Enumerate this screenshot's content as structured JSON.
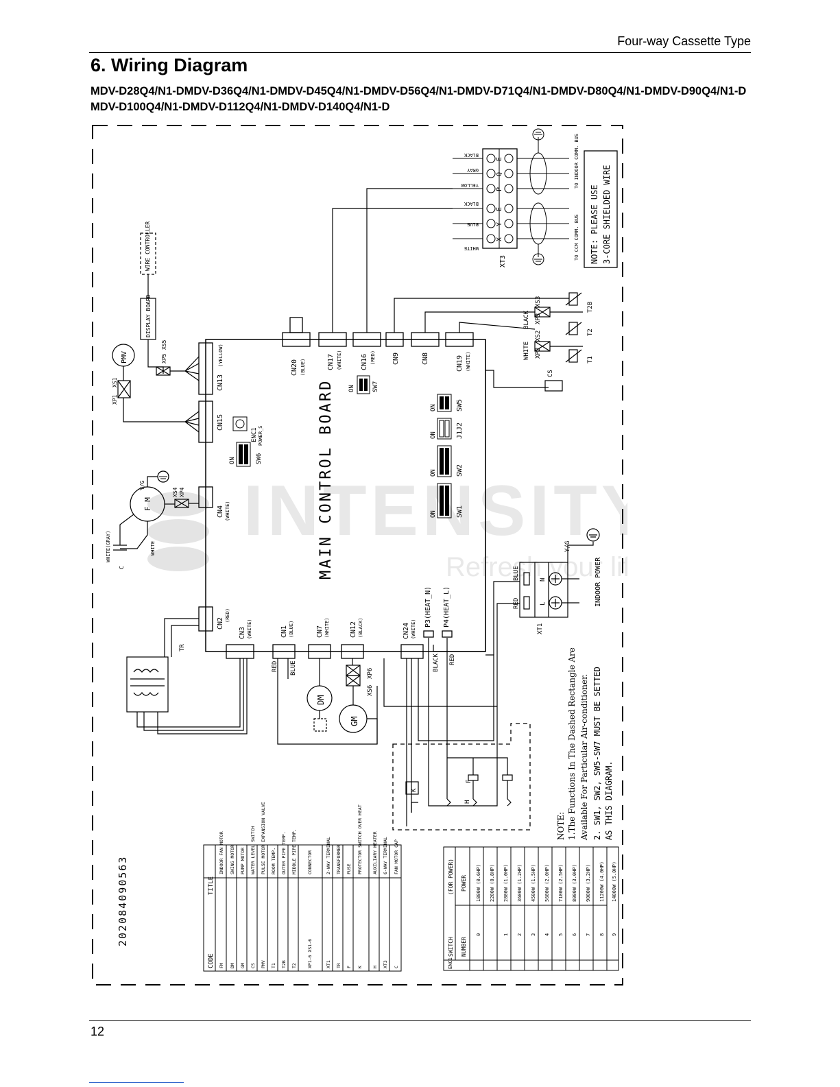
{
  "header": {
    "text": "Four-way Cassette Type"
  },
  "section": {
    "title": "6.  Wiring  Diagram"
  },
  "models": "MDV-D28Q4/N1-DMDV-D36Q4/N1-DMDV-D45Q4/N1-DMDV-D56Q4/N1-DMDV-D71Q4/N1-DMDV-D80Q4/N1-DMDV-D90Q4/N1-DMDV-D100Q4/N1-DMDV-D112Q4/N1-DMDV-D140Q4/N1-D",
  "diagram": {
    "board_label": "MAIN CONTROL BOARD",
    "doc_number": "202084090563",
    "watermark": {
      "brand": "INTENSITY",
      "reg": "®",
      "slogan": "Refresh your life"
    },
    "connectors": [
      {
        "id": "CN20",
        "note": "(BLUE)"
      },
      {
        "id": "CN17",
        "note": "(WHITE)"
      },
      {
        "id": "CN16",
        "note": "(RED)"
      },
      {
        "id": "CN9",
        "note": ""
      },
      {
        "id": "CN8",
        "note": ""
      },
      {
        "id": "CN19",
        "note": "(WHITE)"
      },
      {
        "id": "CN13",
        "note": "(YELLOW)"
      },
      {
        "id": "CN15",
        "note": ""
      },
      {
        "id": "CN4",
        "note": "(WHITE)"
      },
      {
        "id": "CN2",
        "note": "(RED)"
      },
      {
        "id": "CN3",
        "note": "(WHITE)"
      },
      {
        "id": "CN1",
        "note": "(BLUE)"
      },
      {
        "id": "CN7",
        "note": "(WHITE)"
      },
      {
        "id": "CN12",
        "note": "(BLACK)"
      },
      {
        "id": "CN24",
        "note": "(WHITE)"
      }
    ],
    "switches": [
      {
        "id": "SW7",
        "on": "ON"
      },
      {
        "id": "SW6",
        "on": "ON"
      },
      {
        "id": "SW1",
        "on": "ON"
      },
      {
        "id": "SW2",
        "on": "ON"
      },
      {
        "id": "J1J2",
        "on": "ON"
      },
      {
        "id": "SW5",
        "on": "ON"
      }
    ],
    "enc1": {
      "label": "ENC1",
      "sub": "POWER_S"
    },
    "xt3": {
      "label": "XT3",
      "terminals": [
        "X",
        "Y",
        "E",
        "P",
        "Q",
        "E"
      ],
      "wire_colors": [
        "WHITE",
        "BLUE",
        "BLACK",
        "YELLOW",
        "GRAY",
        "BLACK"
      ],
      "bus_labels": [
        "TO CCM COMM. BUS",
        "TO INDOOR COMM. BUS"
      ],
      "note_lines": [
        "NOTE:  PLEASE USE",
        "3-CORE SHIELDED WIRE"
      ]
    },
    "sensors": {
      "ports": [
        "XP3",
        "XS3",
        "XP2",
        "XS2"
      ],
      "wires": [
        "BLACK",
        "WHITE"
      ],
      "names": [
        "T2B",
        "T2",
        "T1"
      ],
      "cs": "CS"
    },
    "left_components": {
      "wire_controller": "WIRE CONTROLLER",
      "display_board": "DISPLAY BOARD",
      "pmv": "PMV",
      "xp1": "XP1",
      "xs1": "XS1",
      "xp5": "XP5",
      "xs5": "XS5",
      "xp4": "XP4",
      "xs4": "XS4",
      "fm": "F M",
      "yg": "Y/G",
      "white_gray": "WHITE(GRAY)",
      "white": "WHITE",
      "cap": "C",
      "tr": "TR"
    },
    "bottom": {
      "red": "RED",
      "blue": "BLUE",
      "dm": "DM",
      "gm": "GM",
      "xs6": "XS6",
      "xp6": "XP6",
      "p3": "P3(HEAT_N)",
      "p4": "P4(HEAT_L)",
      "black": "BLACK",
      "red2": "RED",
      "k": "K",
      "f": "F",
      "h": "H"
    },
    "power": {
      "xt1": "XT1",
      "l": "L",
      "n": "N",
      "blue": "BLUE",
      "red": "RED",
      "yg": "Y/G",
      "label": "INDOOR POWER"
    },
    "notes": [
      "NOTE:",
      "1.The Functions In The Dashed Rectangle Are",
      "Available For Particular Air-conditioner.",
      "2. SW1, SW2, SW5-SW7 MUST BE SETTED",
      "AS THIS DIAGRAM."
    ],
    "code_table": {
      "headers": [
        "CODE",
        "TITLE"
      ],
      "rows": [
        [
          "FM",
          "INDOOR FAN MOTOR"
        ],
        [
          "DM",
          "SWING MOTOR"
        ],
        [
          "GM",
          "PUMP MOTOR"
        ],
        [
          "CS",
          "WATER LEVEL SWITCH"
        ],
        [
          "PMV",
          "PULSE MOTOR EXPANSION VALVE"
        ],
        [
          "T1",
          "ROOM TEMP."
        ],
        [
          "T2B",
          "OUTER PIPE TEMP."
        ],
        [
          "T2",
          "MIDDLE PIPE TEMP."
        ],
        [
          "XP1-6 XS1-6",
          "CONNECTOR"
        ],
        [
          "XT1",
          "2-WAY TERMINAL"
        ],
        [
          "TR",
          "TRANSFORMER"
        ],
        [
          "F",
          "FUSE"
        ],
        [
          "K",
          "PROTECTOR SWITCH OVER HEAT"
        ],
        [
          "H",
          "AUXILIARY HEATER"
        ],
        [
          "XT3",
          "6-WAY TERMINAL"
        ],
        [
          "C",
          "FAN MOTOR CAP"
        ]
      ]
    },
    "power_table": {
      "enc": "ENC1",
      "header1": [
        "SWITCH",
        "(FOR POWER)"
      ],
      "header2": [
        "NUMBER",
        "POWER"
      ],
      "rows": [
        [
          "0",
          "1800W (0.6HP)"
        ],
        [
          "",
          "2200W (0.8HP)"
        ],
        [
          "1",
          "2800W (1.0HP)"
        ],
        [
          "2",
          "3600W (1.2HP)"
        ],
        [
          "3",
          "4500W (1.5HP)"
        ],
        [
          "4",
          "5600W (2.0HP)"
        ],
        [
          "5",
          "7100W (2.5HP)"
        ],
        [
          "6",
          "8000W (3.0HP)"
        ],
        [
          "7",
          "9000W (3.2HP)"
        ],
        [
          "8",
          "11200W (4.0HP)"
        ],
        [
          "9",
          "14000W (5.0HP)"
        ]
      ]
    }
  },
  "footer": {
    "page": "12"
  }
}
